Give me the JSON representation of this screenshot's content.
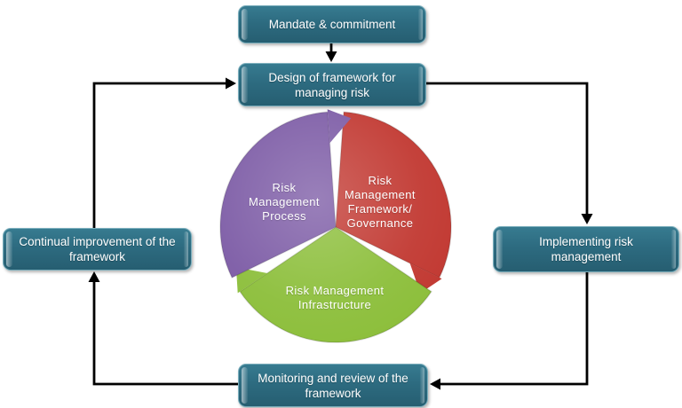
{
  "diagram": {
    "boxes": {
      "mandate": {
        "label": "Mandate & commitment"
      },
      "design": {
        "label": "Design of framework for\nmanaging risk"
      },
      "implementing": {
        "label": "Implementing risk\nmanagement"
      },
      "monitoring": {
        "label": "Monitoring and review of the\nframework"
      },
      "continual": {
        "label": "Continual improvement of the\nframework"
      }
    },
    "cycle": {
      "type": "segmented-cycle",
      "direction": "clockwise",
      "segments": [
        {
          "id": "process",
          "label": "Risk\nManagement\nProcess",
          "color": "#7d5ca6"
        },
        {
          "id": "framework",
          "label": "Risk\nManagement\nFramework/\nGovernance",
          "color": "#c23a33"
        },
        {
          "id": "infrastructure",
          "label": "Risk  Management\nInfrastructure",
          "color": "#8dbf3c"
        }
      ]
    },
    "colors": {
      "box_fill": "#2d6b80",
      "box_border": "#7aaebc",
      "box_text": "#ffffff",
      "arrow": "#000000",
      "background": "#ffffff"
    }
  }
}
